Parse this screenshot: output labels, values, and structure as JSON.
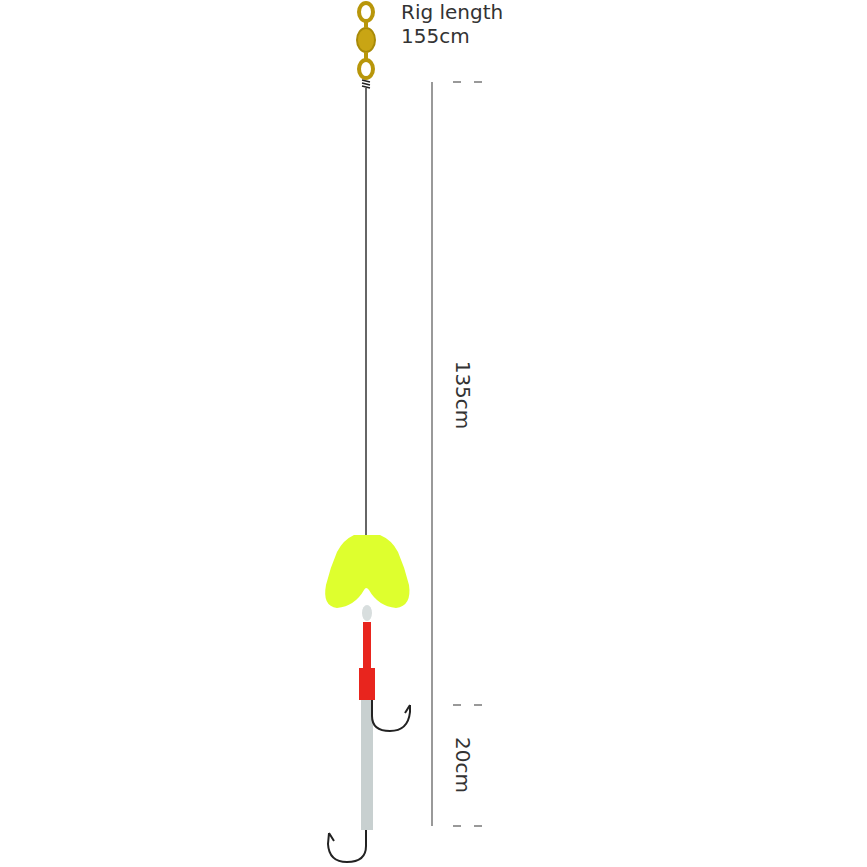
{
  "diagram": {
    "labels": [
      "Rig length 155cm",
      "135cm",
      "20cm"
    ]
  }
}
